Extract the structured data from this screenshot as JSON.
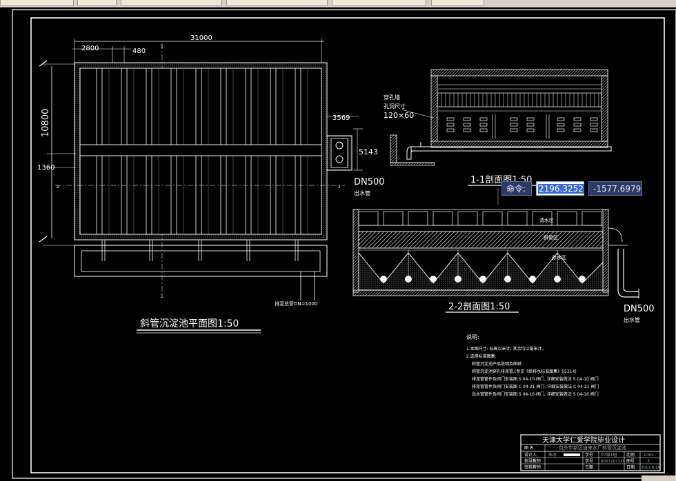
{
  "plan": {
    "title": "斜管沉淀池平面图1:50",
    "dim_total": "31000",
    "dim_2800": "2800",
    "dim_480": "480",
    "dim_10800": "10800",
    "dim_1360": "1360",
    "dim_3569": "3569",
    "dim_5143": "5143",
    "pipe_dn": "DN500",
    "pipe_label": "出水管",
    "drain_label": "排泥总管DN=1000",
    "marker_1": "1",
    "marker_2": "2"
  },
  "section1": {
    "title": "1-1剖面图1:50",
    "hole_label": "穿孔墙",
    "hole_size_label": "孔洞尺寸",
    "hole_size": "120×60"
  },
  "section2": {
    "title": "2-2剖面图1:50",
    "zone_water": "清水区",
    "zone_pipe": "斜管区",
    "zone_settle": "存水区",
    "pipe_dn": "DN500",
    "pipe_label": "出水管"
  },
  "command": {
    "label": "命令:",
    "x_value": "2196.3252",
    "y_value": "-1577.6979"
  },
  "notes": {
    "heading": "说明:",
    "lines": [
      "1.本图尺寸: 标高以米计, 其余均以毫米计。",
      "2.选用标准图集:",
      "斜管沉淀池产品说明及图纸",
      "斜管沉淀池穿孔排泥管,(参见《给排水标准图集》S5314)",
      "排泥管管件及阀门安装图 S 04-10 阀门, 详细安装做法 S 04-10 阀门",
      "排泥管管件及阀门安装图 C 04-21 阀门, 详细安装做法 C 04-21 阀门",
      "出水管管件及阀门安装图 S 04-16 阀门, 详细安装做法 S 04-16 阀门"
    ]
  },
  "titleblock": {
    "school": "天津大学仁爱学院毕业设计",
    "project": "包头市新区自来水厂斜管沉淀池",
    "rows": [
      [
        "设计人",
        "朱冰",
        "学号",
        "07级1班",
        "比例",
        "1:50"
      ],
      [
        "指导教师",
        "",
        "学号",
        "6007207115",
        "图号",
        "3"
      ],
      [
        "审核教师",
        "",
        "日期",
        "",
        "日期",
        "2011.6.14"
      ]
    ],
    "header_left": "图 名"
  }
}
